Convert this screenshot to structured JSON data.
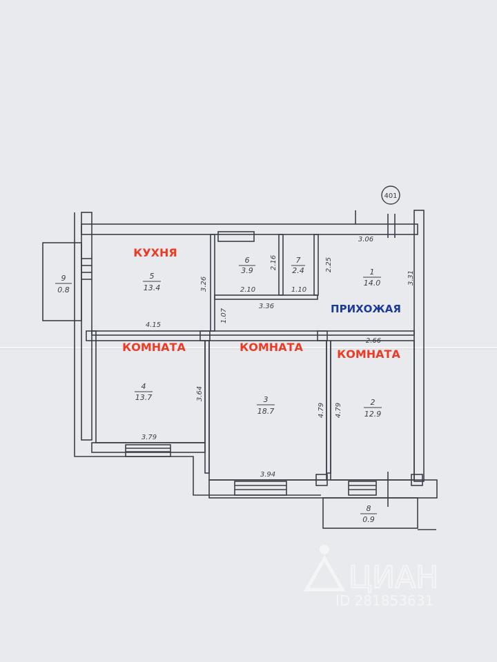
{
  "plan_marker": "401",
  "labels": {
    "kitchen": "КУХНЯ",
    "hall": "ПРИХОЖАЯ",
    "room_a": "КОМНАТА",
    "room_b": "КОМНАТА",
    "room_c": "КОМНАТА"
  },
  "rooms": [
    {
      "num": "1",
      "area": "14.0"
    },
    {
      "num": "2",
      "area": "12.9"
    },
    {
      "num": "3",
      "area": "18.7"
    },
    {
      "num": "4",
      "area": "13.7"
    },
    {
      "num": "5",
      "area": "13.4"
    },
    {
      "num": "6",
      "area": "3.9"
    },
    {
      "num": "7",
      "area": "2.4"
    },
    {
      "num": "8",
      "area": "0.9"
    },
    {
      "num": "9",
      "area": "0.8"
    }
  ],
  "dims": {
    "d306": "3.06",
    "d331": "3.31",
    "d225": "2.25",
    "d216": "2.16",
    "d210": "2.10",
    "d110": "1.10",
    "d336": "3.36",
    "d107": "1.07",
    "d326": "3.26",
    "d415": "4.15",
    "d364": "3.64",
    "d479a": "4.79",
    "d479b": "4.79",
    "d266": "2.66",
    "d379": "3.79",
    "d394": "3.94"
  },
  "watermark": {
    "brand": "ЦИАН",
    "id": "ID 281853631"
  },
  "colors": {
    "label_red": "#ee3a24",
    "label_blue": "#1c3a9a",
    "line": "#3a3d46"
  }
}
